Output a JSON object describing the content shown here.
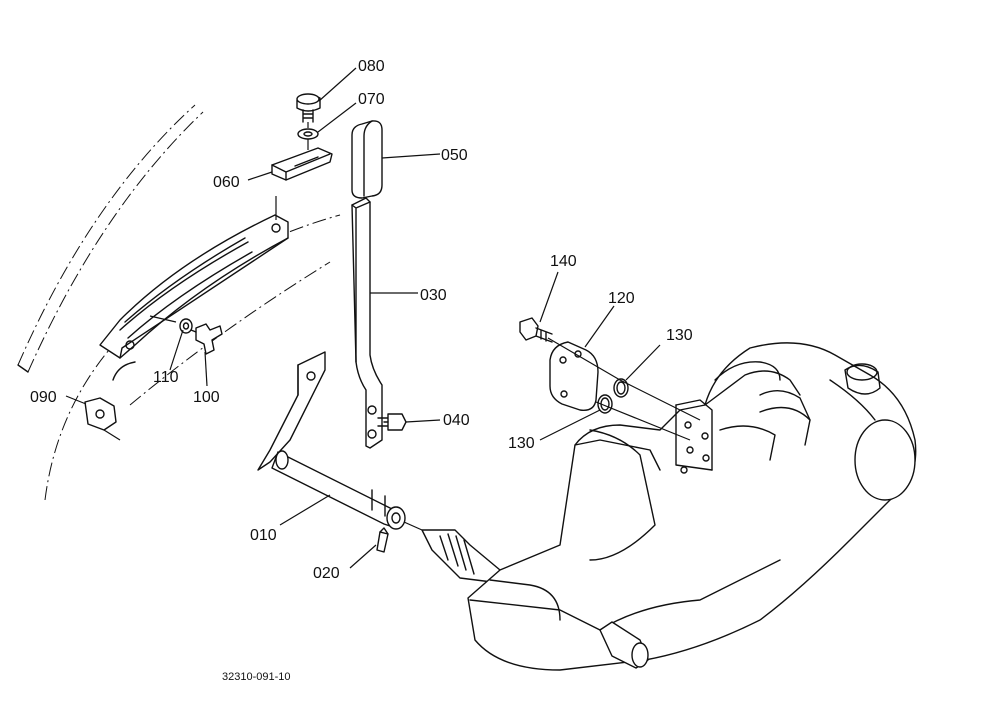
{
  "diagram": {
    "document_id": "32310-091-10",
    "parts": [
      {
        "label": "080"
      },
      {
        "label": "070"
      },
      {
        "label": "050"
      },
      {
        "label": "060"
      },
      {
        "label": "030"
      },
      {
        "label": "140"
      },
      {
        "label": "120"
      },
      {
        "label": "130"
      },
      {
        "label": "110"
      },
      {
        "label": "100"
      },
      {
        "label": "090"
      },
      {
        "label": "040"
      },
      {
        "label": "130"
      },
      {
        "label": "010"
      },
      {
        "label": "020"
      }
    ]
  }
}
